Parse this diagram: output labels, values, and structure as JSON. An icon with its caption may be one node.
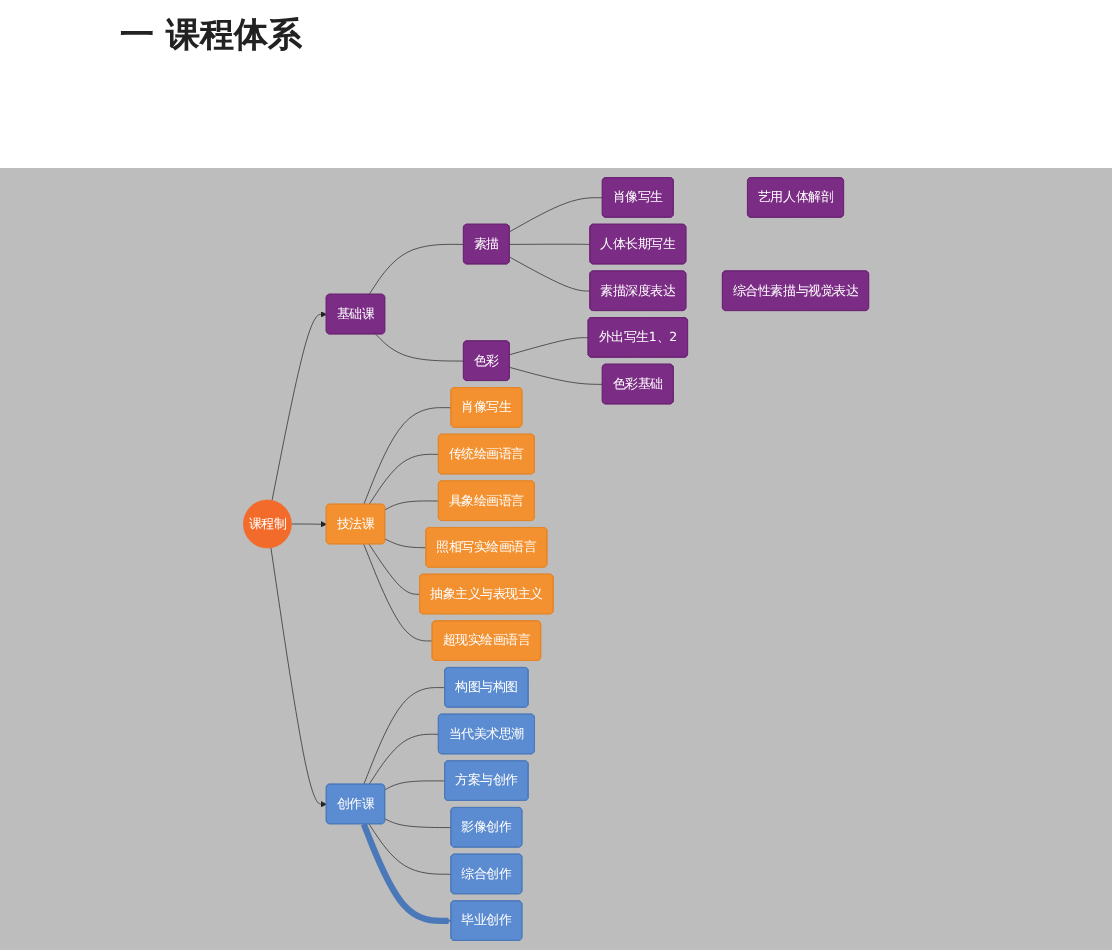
{
  "diagram": {
    "title": "一 课程体系",
    "nodes": [
      {
        "text": [
          "课程制"
        ]
      },
      {
        "text": [
          "基础课"
        ]
      },
      {
        "text": [
          "素描"
        ]
      },
      {
        "text": [
          "肖像写生"
        ]
      },
      {
        "text": [
          "艺用人体解剖"
        ]
      },
      {
        "text": [
          "人体长期写生"
        ]
      },
      {
        "text": [
          "素描深度表达"
        ]
      },
      {
        "text": [
          "综合性素描与视觉表达"
        ]
      },
      {
        "text": [
          "色彩"
        ]
      },
      {
        "text": [
          "外出写生1、2"
        ]
      },
      {
        "text": [
          "色彩基础"
        ]
      },
      {
        "text": [
          "技法课"
        ]
      },
      {
        "text": [
          "肖像写生"
        ]
      },
      {
        "text": [
          "传统绘画语言"
        ]
      },
      {
        "text": [
          "具象绘画语言"
        ]
      },
      {
        "text": [
          "照相写实绘画语言"
        ]
      },
      {
        "text": [
          "抽象主义与表现主义"
        ]
      },
      {
        "text": [
          "超现实绘画语言"
        ]
      },
      {
        "text": [
          "创作课"
        ]
      },
      {
        "text": [
          "构图与构图"
        ]
      },
      {
        "text": [
          "当代美术思潮"
        ]
      },
      {
        "text": [
          "方案与创作"
        ]
      },
      {
        "text": [
          "影像创作"
        ]
      },
      {
        "text": [
          "综合创作"
        ]
      },
      {
        "text": [
          "毕业创作"
        ]
      }
    ],
    "edges": [
      {
        "from": 0,
        "to": 1,
        "arrow": "to"
      },
      {
        "from": 0,
        "to": 11,
        "arrow": "to"
      },
      {
        "from": 0,
        "to": 18,
        "arrow": "to"
      },
      {
        "from": 1,
        "to": 2,
        "arrow": "none"
      },
      {
        "from": 1,
        "to": 8,
        "arrow": "none"
      },
      {
        "from": 2,
        "to": 3,
        "arrow": "none"
      },
      {
        "from": 2,
        "to": 5,
        "arrow": "none"
      },
      {
        "from": 2,
        "to": 6,
        "arrow": "none"
      },
      {
        "from": 8,
        "to": 9,
        "arrow": "none"
      },
      {
        "from": 8,
        "to": 10,
        "arrow": "none"
      },
      {
        "from": 11,
        "to": 12,
        "arrow": "none"
      },
      {
        "from": 11,
        "to": 13,
        "arrow": "none"
      },
      {
        "from": 11,
        "to": 14,
        "arrow": "none"
      },
      {
        "from": 11,
        "to": 15,
        "arrow": "none"
      },
      {
        "from": 11,
        "to": 16,
        "arrow": "none"
      },
      {
        "from": 11,
        "to": 17,
        "arrow": "none"
      },
      {
        "from": 18,
        "to": 19,
        "arrow": "none"
      },
      {
        "from": 18,
        "to": 20,
        "arrow": "none"
      },
      {
        "from": 18,
        "to": 21,
        "arrow": "none"
      },
      {
        "from": 18,
        "to": 22,
        "arrow": "none"
      },
      {
        "from": 18,
        "to": 23,
        "arrow": "none"
      },
      {
        "from": 18,
        "to": 24,
        "arrow": "to",
        "style": "thick",
        "color": "#4a78b8"
      }
    ]
  }
}
